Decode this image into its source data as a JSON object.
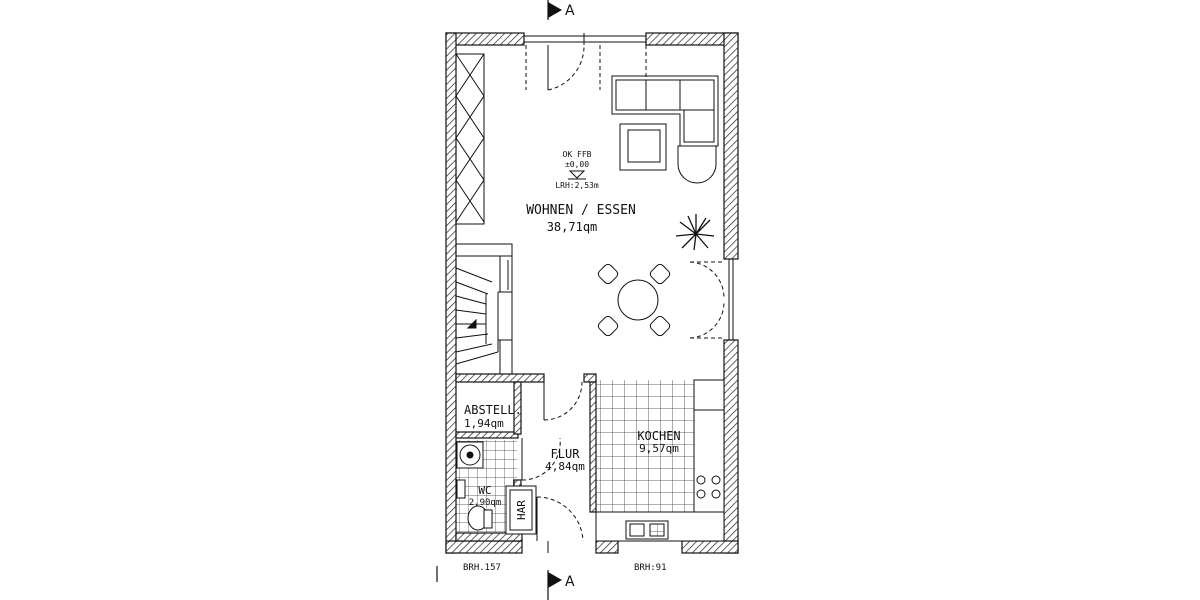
{
  "section_marks": {
    "top": "A",
    "bottom": "A"
  },
  "level_marker": {
    "line1": "OK FFB",
    "line2": "±0,00",
    "line3": "LRH:2,53m"
  },
  "rooms": {
    "living": {
      "name": "WOHNEN / ESSEN",
      "area": "38,71qm"
    },
    "storage": {
      "name": "ABSTELL.",
      "area": "1,94qm"
    },
    "hall": {
      "name": "FLUR",
      "area": "4,84qm"
    },
    "kitchen": {
      "name": "KOCHEN",
      "area": "9,57qm"
    },
    "wc": {
      "name": "WC",
      "area": "2,90qm"
    },
    "har": {
      "name": "HAR"
    }
  },
  "parapets": {
    "left": "BRH.157",
    "right": "BRH:91"
  },
  "colors": {
    "line": "#111111",
    "hatch": "#222222",
    "background": "#ffffff"
  }
}
